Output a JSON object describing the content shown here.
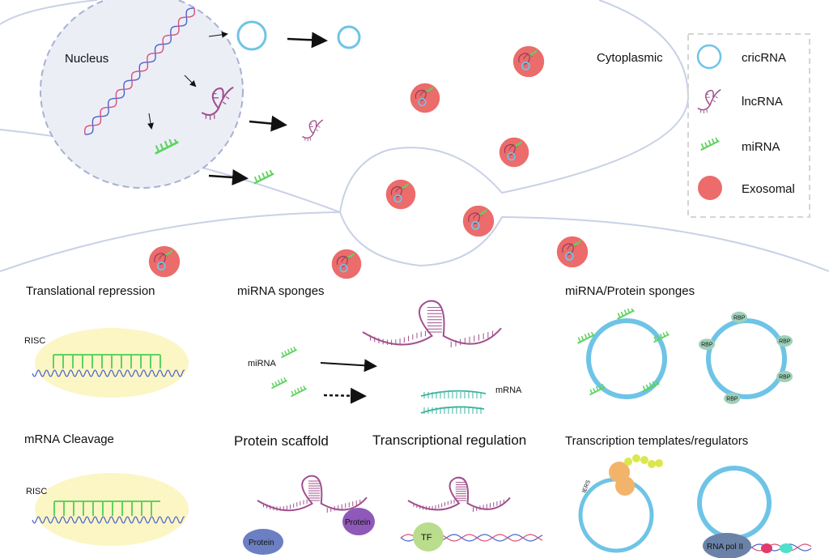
{
  "top": {
    "nucleus_label": "Nucleus",
    "cytoplasmic_label": "Cytoplasmic"
  },
  "legend": {
    "items": [
      {
        "label": "cricRNA",
        "icon": "circrna-ring-icon"
      },
      {
        "label": "lncRNA",
        "icon": "lncrna-hairpin-icon"
      },
      {
        "label": "miRNA",
        "icon": "mirna-comb-icon"
      },
      {
        "label": "Exosomal",
        "icon": "exosome-dot-icon"
      }
    ]
  },
  "panels": {
    "translational_repression": {
      "title": "Translational repression",
      "risc_label": "RISC"
    },
    "mrna_cleavage": {
      "title": "mRNA Cleavage",
      "risc_label": "RISC"
    },
    "mirna_sponges": {
      "title": "miRNA sponges",
      "mirna_label": "miRNA",
      "mrna_label": "mRNA"
    },
    "mirna_protein_sponges": {
      "title": "miRNA/Protein sponges",
      "rbp_label": "RBP"
    },
    "protein_scaffold": {
      "title": "Protein scaffold",
      "protein_label": "Protein"
    },
    "transcriptional_regulation": {
      "title": "Transcriptional regulation",
      "tf_label": "TF"
    },
    "transcription_templates": {
      "title": "Transcription templates/regulators",
      "ires_label": "IERS",
      "rna_pol_label": "RNA pol II"
    }
  },
  "colors": {
    "membrane": "#c9d1e6",
    "nucleus_fill": "#eceef6",
    "nucleus_border": "#a9b1d2",
    "circ": "#6ec4e6",
    "lnc": "#a0508e",
    "mi": "#5fd35f",
    "exo": "#ec6b6b",
    "risc_fill": "#fbf6c4",
    "mrna_wave": "#4b63c8",
    "teal": "#3bb3a0",
    "protein_blue": "#6b7fc2",
    "protein_purple": "#8f59b9",
    "tf_green": "#b9dd8c",
    "orange": "#f2b46a",
    "yellow": "#dbe84c",
    "rbp_fill": "#9ed0b8"
  }
}
